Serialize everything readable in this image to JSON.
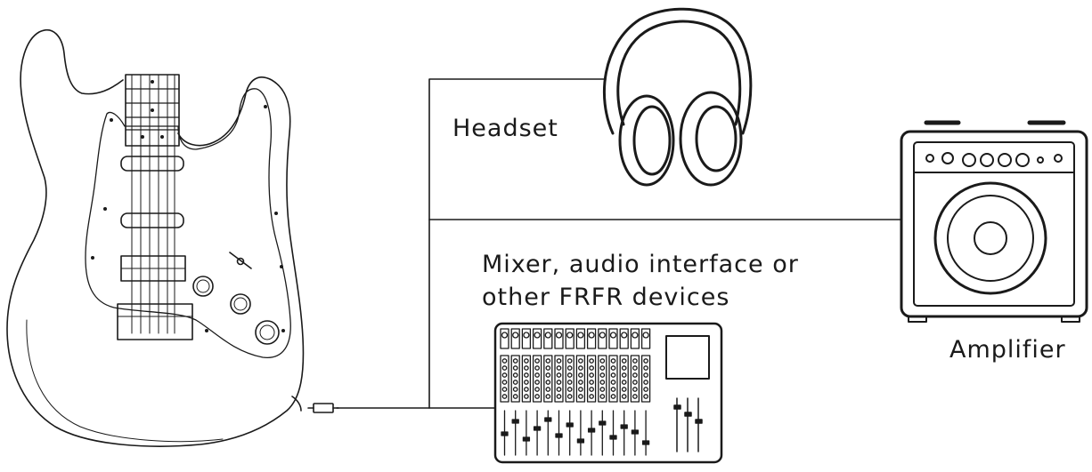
{
  "labels": {
    "headset": "Headset",
    "mixer_line1": "Mixer, audio interface or",
    "mixer_line2": "other FRFR devices",
    "amplifier": "Amplifier"
  },
  "colors": {
    "line": "#1a1a1a",
    "background": "#ffffff"
  },
  "icons": [
    "guitar-icon",
    "headphones-icon",
    "amplifier-icon",
    "mixer-icon",
    "cable-plug-icon"
  ]
}
